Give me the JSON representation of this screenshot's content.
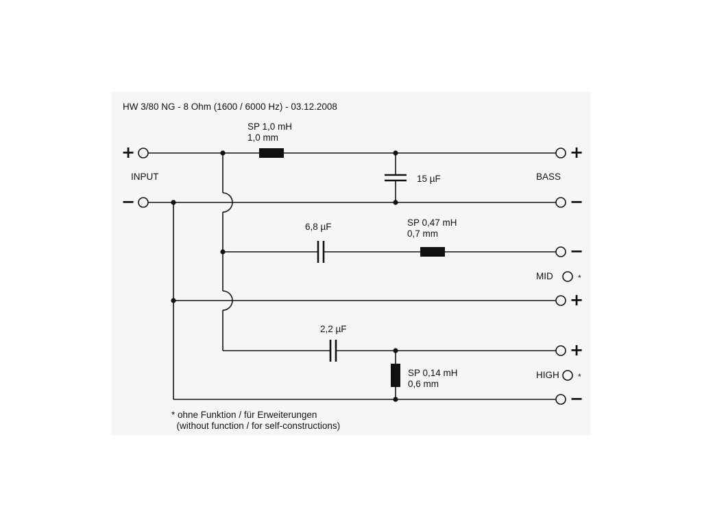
{
  "title": "HW 3/80 NG - 8 Ohm  (1600 / 6000 Hz)   -  03.12.2008",
  "terminals": {
    "input": "INPUT",
    "bass": "BASS",
    "mid": "MID",
    "high": "HIGH",
    "plus": "+",
    "minus": "−",
    "asterisk": "*"
  },
  "components": {
    "l1_name": "SP 1,0 mH",
    "l1_wire": "1,0 mm",
    "c1": "15 µF",
    "c2": "6,8 µF",
    "l2_name": "SP 0,47 mH",
    "l2_wire": "0,7 mm",
    "c3": "2,2 µF",
    "l3_name": "SP 0,14 mH",
    "l3_wire": "0,6 mm"
  },
  "footnote": {
    "line1": "* ohne Funktion / für Erweiterungen",
    "line2": "  (without function / for self-constructions)"
  }
}
